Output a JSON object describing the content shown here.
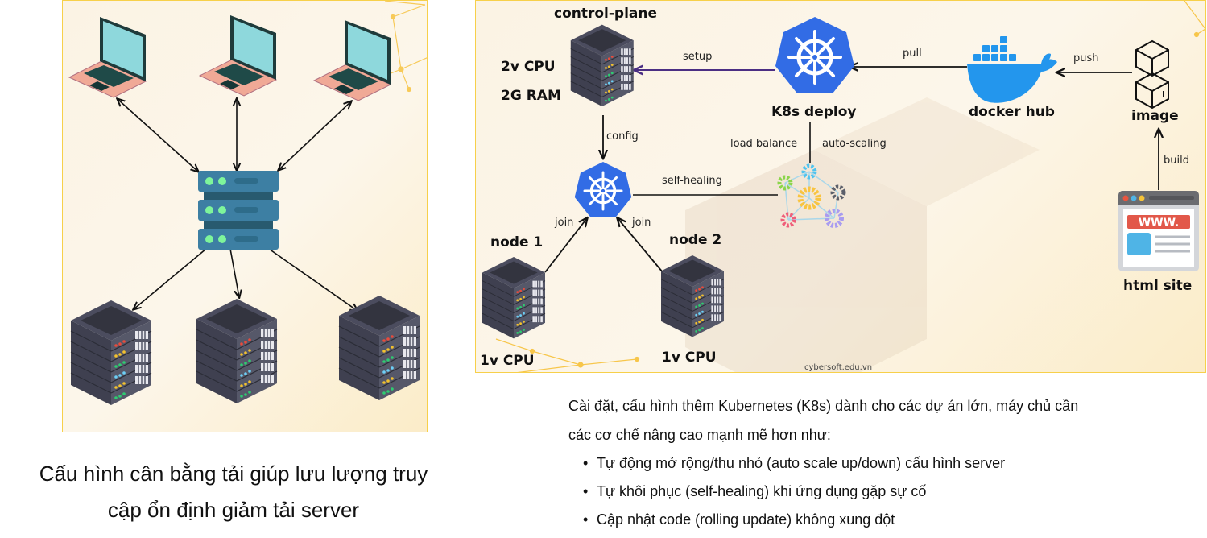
{
  "left_diagram": {
    "clients": [
      "laptop",
      "laptop",
      "laptop"
    ],
    "load_balancer": "server-rack-icon",
    "backend_servers": [
      "server-stack",
      "server-stack",
      "server-stack"
    ],
    "caption_lines": [
      "Cấu hình cân bằng tải giúp lưu lượng truy",
      "cập ổn định giảm tải server"
    ]
  },
  "right_diagram": {
    "control_plane": {
      "title": "control-plane",
      "cpu": "2v CPU",
      "ram": "2G RAM"
    },
    "k8s_deploy": {
      "label": "K8s deploy"
    },
    "docker_hub": {
      "label": "docker hub"
    },
    "image": {
      "label": "image"
    },
    "html_site": {
      "label": "html site",
      "badge": "WWW."
    },
    "node1": {
      "title": "node 1",
      "cpu": "1v CPU"
    },
    "node2": {
      "title": "node 2",
      "cpu": "1v CPU"
    },
    "edges": {
      "setup": "setup",
      "pull": "pull",
      "push": "push",
      "build": "build",
      "config": "config",
      "self_healing": "self-healing",
      "load_balance": "load balance",
      "auto_scaling": "auto-scaling",
      "join1": "join",
      "join2": "join"
    },
    "watermark": "cybersoft.edu.vn",
    "colors": {
      "k8s_blue": "#326ce5",
      "docker_blue": "#2396ed",
      "setup_arrow": "#4b2e83",
      "border": "#f7d04a"
    }
  },
  "description": {
    "intro": "Cài đặt, cấu hình thêm Kubernetes (K8s) dành cho các dự án lớn, máy chủ cần",
    "intro2": "các cơ chế nâng cao mạnh mẽ hơn như:",
    "bullets": [
      "Tự động mở rộng/thu nhỏ (auto scale up/down) cấu hình server",
      "Tự khôi phục (self-healing) khi ứng dụng gặp sự cố",
      "Cập nhật code (rolling update) không xung đột"
    ]
  }
}
